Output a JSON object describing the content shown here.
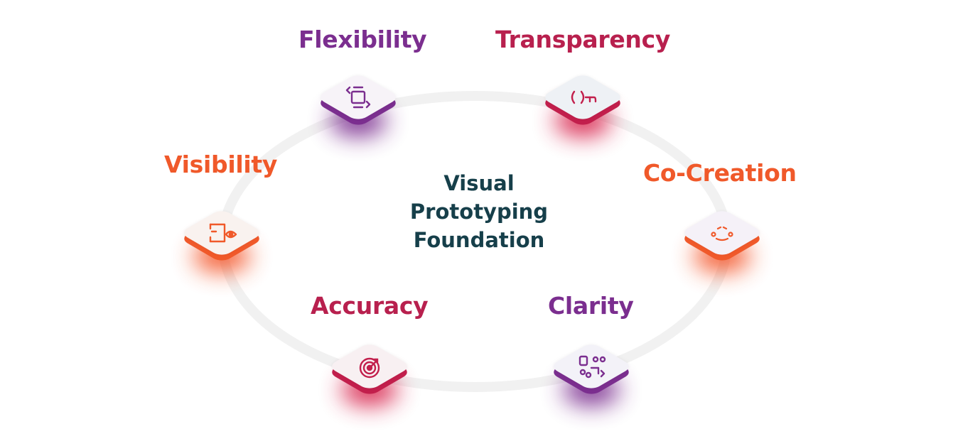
{
  "center": {
    "line1": "Visual",
    "line2": "Prototyping",
    "line3": "Foundation"
  },
  "nodes": [
    {
      "label": "Flexibility",
      "color": "#7b2e8f",
      "icon": "flexibility-icon"
    },
    {
      "label": "Transparency",
      "color": "#b8204e",
      "icon": "magnifier-icon"
    },
    {
      "label": "Co-Creation",
      "color": "#f0592a",
      "icon": "collaboration-icon"
    },
    {
      "label": "Clarity",
      "color": "#7b2e8f",
      "icon": "clarity-icon"
    },
    {
      "label": "Accuracy",
      "color": "#b8204e",
      "icon": "target-icon"
    },
    {
      "label": "Visibility",
      "color": "#f0592a",
      "icon": "eye-screen-icon"
    }
  ],
  "colors": {
    "title": "#163f4a",
    "ring": "#f1f1f1"
  }
}
